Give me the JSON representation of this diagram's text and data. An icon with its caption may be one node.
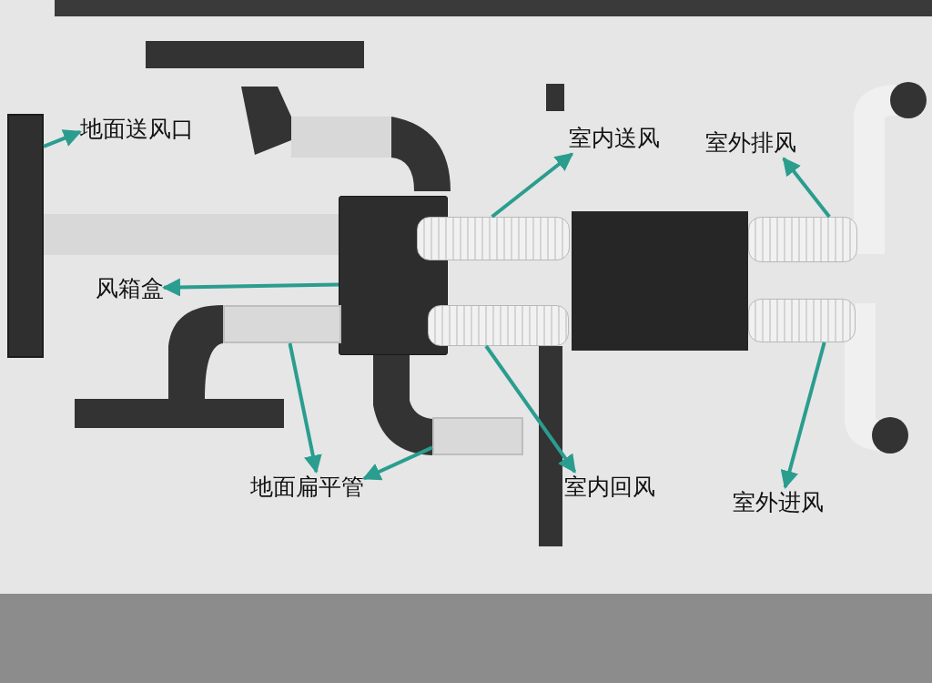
{
  "diagram": {
    "nodes": [
      {
        "text": [
          "地面送风口"
        ]
      },
      {
        "text": [
          "室内送风"
        ]
      },
      {
        "text": [
          "室外排风"
        ]
      },
      {
        "text": [
          "风箱盒"
        ]
      },
      {
        "text": [
          "地面扁平管"
        ]
      },
      {
        "text": [
          "室内回风"
        ]
      },
      {
        "text": [
          "室外进风"
        ]
      },
      {
        "text": [],
        "shape": "bar"
      },
      {
        "text": [],
        "shape": "cylinder"
      },
      {
        "text": [],
        "shape": "cylinder"
      },
      {
        "text": [],
        "shape": "box"
      },
      {
        "text": [],
        "shape": "bar"
      },
      {
        "text": [],
        "shape": "bar"
      },
      {
        "text": [],
        "shape": "cylinder"
      },
      {
        "text": [],
        "shape": "cylinder"
      }
    ],
    "edges": [
      {
        "from": 7,
        "to": 0,
        "arrow": "to"
      },
      {
        "from": 8,
        "to": 1,
        "arrow": "to"
      },
      {
        "from": 9,
        "to": 2,
        "arrow": "to"
      },
      {
        "from": 10,
        "to": 3,
        "arrow": "to"
      },
      {
        "from": 11,
        "to": 4,
        "arrow": "to"
      },
      {
        "from": 12,
        "to": 4,
        "arrow": "to"
      },
      {
        "from": 13,
        "to": 5,
        "arrow": "to"
      },
      {
        "from": 14,
        "to": 6,
        "arrow": "to"
      }
    ]
  }
}
